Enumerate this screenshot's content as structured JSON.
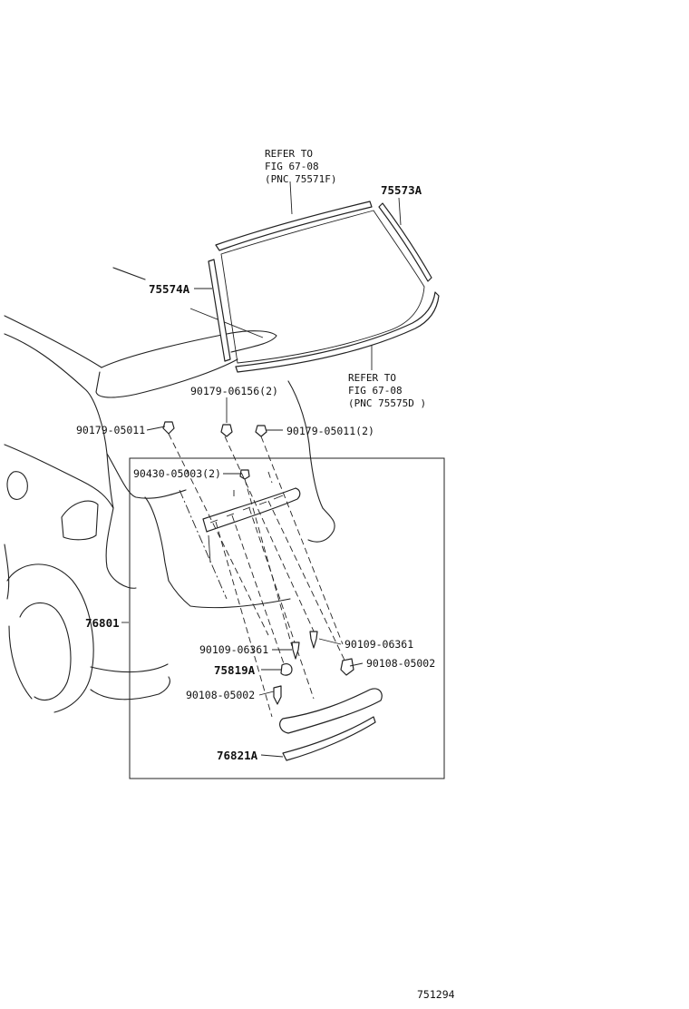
{
  "refs": {
    "top": {
      "line1": "REFER  TO",
      "line2": "FIG  67-08",
      "line3": "(PNC 75571F)"
    },
    "bottom": {
      "line1": "REFER  TO",
      "line2": "FIG  67-08",
      "line3": "(PNC 75575D )"
    }
  },
  "parts": {
    "p75573A": "75573A",
    "p75574A": "75574A",
    "p90179_06156": "90179-06156(2)",
    "p90179_05011_left": "90179-05011",
    "p90179_05011_right": "90179-05011(2)",
    "p90430_05003": "90430-05003(2)",
    "p76801": "76801",
    "p90109_06361_left": "90109-06361",
    "p90109_06361_right": "90109-06361",
    "p75819A": "75819A",
    "p90108_05002_right": "90108-05002",
    "p90108_05002_left": "90108-05002",
    "p76821A": "76821A"
  },
  "figure_number": "751294"
}
